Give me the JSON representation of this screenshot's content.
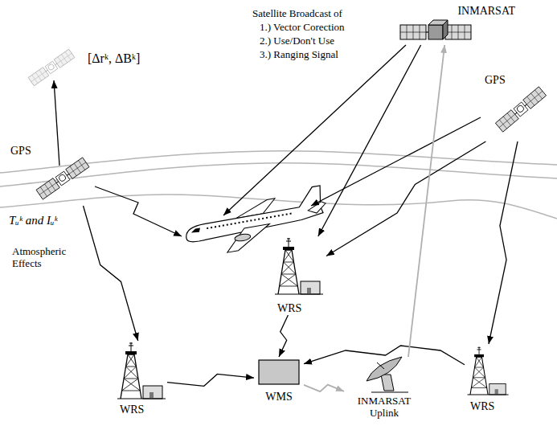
{
  "diagram": {
    "nodes": [
      {
        "text": [
          "INMARSAT"
        ]
      },
      {
        "text": [
          "GPS"
        ]
      },
      {
        "text": [
          "GPS"
        ]
      },
      {
        "text": [
          "WRS"
        ]
      },
      {
        "text": [
          "WRS"
        ]
      },
      {
        "text": [
          "WMS"
        ]
      },
      {
        "text": [
          "INMARSAT Uplink"
        ]
      },
      {
        "text": [
          "WRS"
        ]
      }
    ],
    "edges": [
      {
        "from": 2,
        "to": 4,
        "arrow": "to"
      },
      {
        "from": 1,
        "to": 3,
        "arrow": "to"
      },
      {
        "from": 1,
        "to": 7,
        "arrow": "to"
      },
      {
        "from": 0,
        "to": 3,
        "arrow": "to"
      },
      {
        "from": 3,
        "to": 5,
        "arrow": "to"
      },
      {
        "from": 4,
        "to": 5,
        "arrow": "to"
      },
      {
        "from": 7,
        "to": 5,
        "arrow": "to"
      },
      {
        "from": 5,
        "to": 6,
        "arrow": "to"
      },
      {
        "from": 6,
        "to": 0,
        "arrow": "to"
      }
    ],
    "labels": [
      "Satellite Broadcast of",
      "1.) Vector Corection",
      "2.) Use/Don't Use",
      "3.) Ranging Signal",
      "[Δrᵏ, ΔBᵏ]",
      "Tᵤᵏ and Iᵤᵏ",
      "Atmospheric Effects"
    ]
  }
}
